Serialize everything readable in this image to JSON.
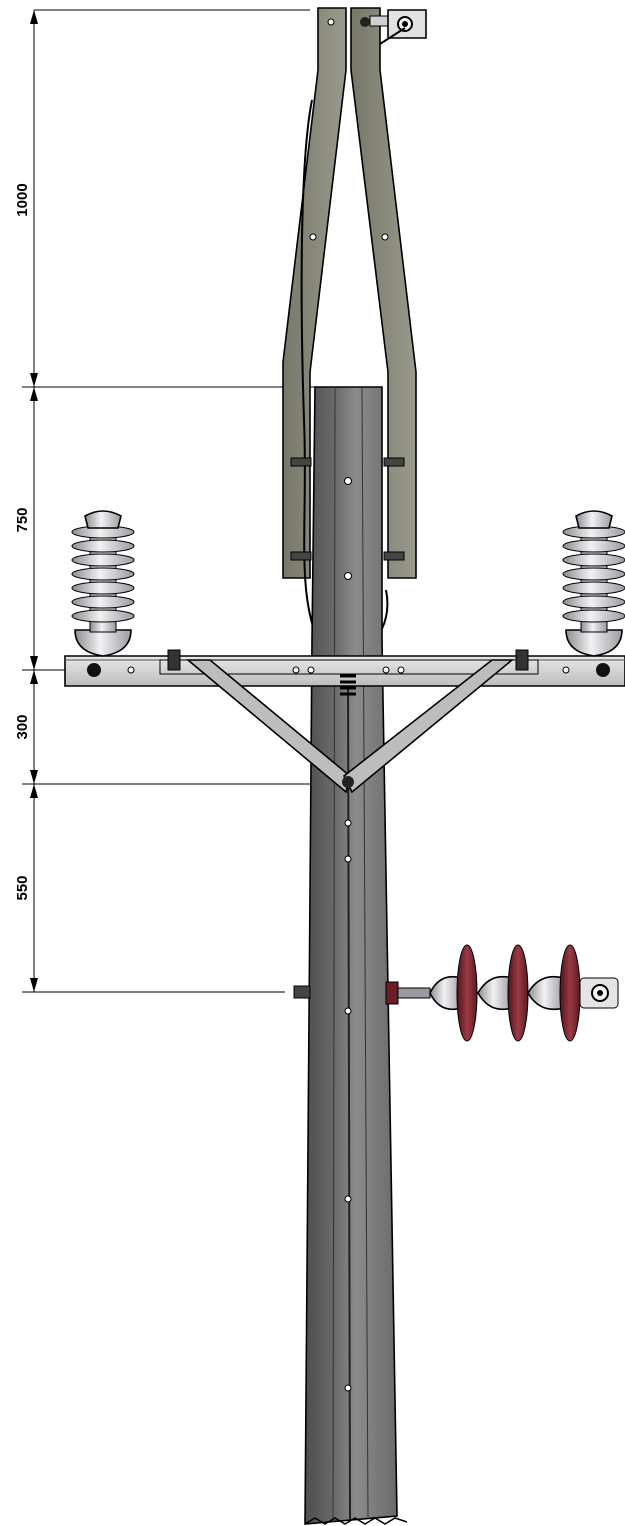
{
  "dimensions": [
    {
      "id": "dim-1000",
      "label": "1000"
    },
    {
      "id": "dim-750",
      "label": "750"
    },
    {
      "id": "dim-300",
      "label": "300"
    },
    {
      "id": "dim-550",
      "label": "550"
    }
  ],
  "colors": {
    "pole_dark": "#5b5b5b",
    "pole_mid": "#7a7a7a",
    "pole_light": "#9a9a9a",
    "bracket": "#8a8a7a",
    "crossarm": "#cfd0cf",
    "insulator_porcelain": "#d4d4d6",
    "insulator_disc": "#7a2a32",
    "outline": "#000000"
  }
}
